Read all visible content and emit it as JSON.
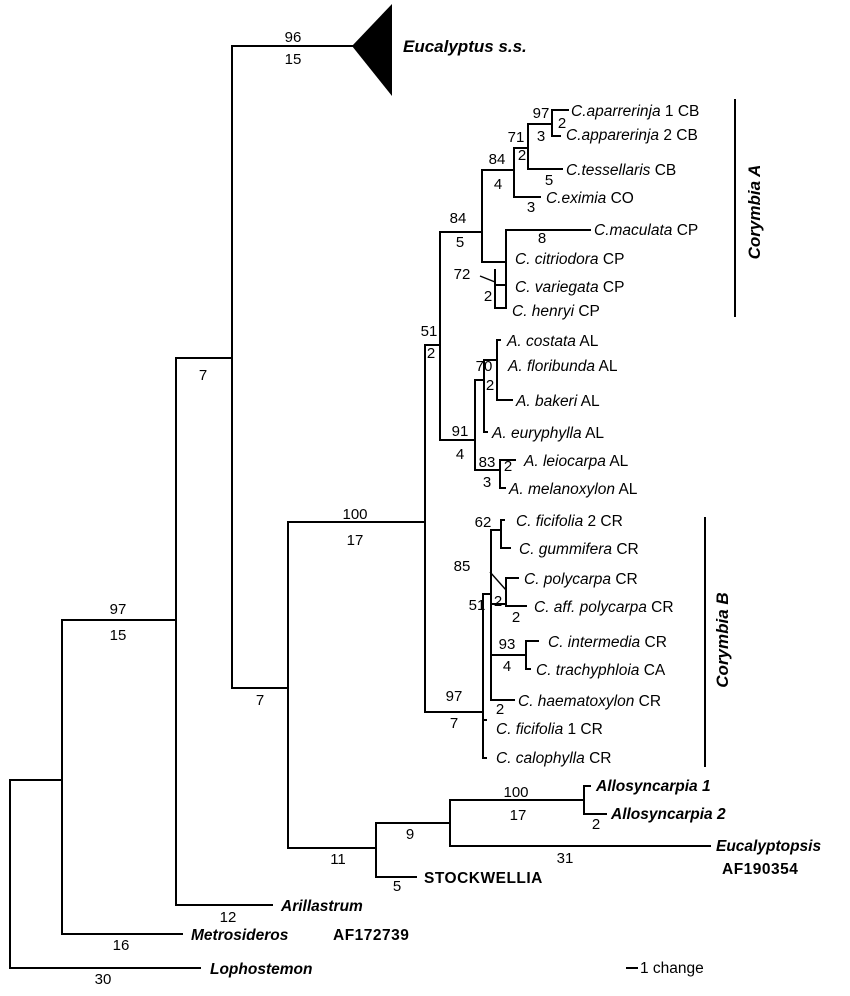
{
  "tree": {
    "branch_labels": {
      "n96a": "96",
      "n15a": "15",
      "n7a": "7",
      "n97a": "97",
      "n15b": "15",
      "n97b": "97",
      "n2a": "2",
      "n3a": "3",
      "n71": "71",
      "n2b": "2",
      "n5a": "5",
      "n84a": "84",
      "n4a": "4",
      "n3b": "3",
      "n84b": "84",
      "n5b": "5",
      "n8": "8",
      "n72": "72",
      "n2c": "2",
      "n51a": "51",
      "n2d": "2",
      "n70": "70",
      "n2e": "2",
      "n91": "91",
      "n4b": "4",
      "n83": "83",
      "n2f": "2",
      "n3c": "3",
      "n100a": "100",
      "n17a": "17",
      "n62": "62",
      "n85": "85",
      "n2g": "2",
      "n2h": "2",
      "n51b": "51",
      "n93": "93",
      "n4c": "4",
      "n2i": "2",
      "n97c": "97",
      "n7b": "7",
      "n7c": "7",
      "n100b": "100",
      "n17b": "17",
      "n2j": "2",
      "n9": "9",
      "n31": "31",
      "n11": "11",
      "n5c": "5",
      "n12": "12",
      "n16": "16",
      "n30": "30"
    },
    "tips": {
      "eucalyptus": "Eucalyptus s.s.",
      "aparrerinja1": "C.aparrerinja",
      "aparrerinja1_code": "1 CB",
      "apparerinja2": "C.apparerinja",
      "apparerinja2_code": "2 CB",
      "tessellaris": "C.tessellaris",
      "tessellaris_code": "CB",
      "eximia": "C.eximia",
      "eximia_code": "CO",
      "maculata": "C.maculata",
      "maculata_code": "CP",
      "citriodora": "C. citriodora",
      "citriodora_code": "CP",
      "variegata": "C. variegata",
      "variegata_code": "CP",
      "henryi": "C. henryi",
      "henryi_code": "CP",
      "costata": "A. costata",
      "costata_code": "AL",
      "floribunda": "A. floribunda",
      "floribunda_code": "AL",
      "bakeri": "A. bakeri",
      "bakeri_code": "AL",
      "euryphylla": "A. euryphylla",
      "euryphylla_code": "AL",
      "leiocarpa": "A. leiocarpa",
      "leiocarpa_code": "AL",
      "melanoxylon": "A. melanoxylon",
      "melanoxylon_code": "AL",
      "ficifolia2": "C. ficifolia",
      "ficifolia2_code": "2 CR",
      "gummifera": "C. gummifera",
      "gummifera_code": "CR",
      "polycarpa": "C. polycarpa",
      "polycarpa_code": "CR",
      "affpolycarpa": "C. aff. polycarpa",
      "affpolycarpa_code": "CR",
      "intermedia": "C. intermedia",
      "intermedia_code": "CR",
      "trachyphloia": "C. trachyphloia",
      "trachyphloia_code": "CA",
      "haematoxylon": "C. haematoxylon",
      "haematoxylon_code": "CR",
      "ficifolia1": "C. ficifolia",
      "ficifolia1_code": "1 CR",
      "calophylla": "C. calophylla",
      "calophylla_code": "CR",
      "allosyncarpia1": "Allosyncarpia 1",
      "allosyncarpia2": "Allosyncarpia 2",
      "eucalyptopsis": "Eucalyptopsis",
      "eucalyptopsis_acc": "AF190354",
      "stockwellia": "STOCKWELLIA",
      "arillastrum": "Arillastrum",
      "metrosideros": "Metrosideros",
      "metrosideros_acc": "AF172739",
      "lophostemon": "Lophostemon"
    },
    "groups": {
      "corymbia_a": "Corymbia A",
      "corymbia_b": "Corymbia B"
    },
    "scale_label": "1 change"
  }
}
